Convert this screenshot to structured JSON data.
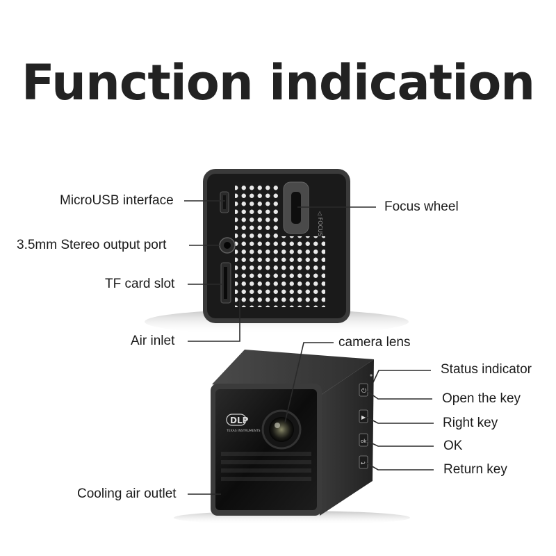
{
  "title": "Function indication",
  "labels": {
    "microusb": "MicroUSB interface",
    "audio": "3.5mm Stereo output port",
    "tf": "TF card slot",
    "air_inlet": "Air inlet",
    "focus": "Focus wheel",
    "camera_lens": "camera lens",
    "status": "Status indicator",
    "open_key": "Open the key",
    "right_key": "Right key",
    "ok": "OK",
    "return_key": "Return key",
    "cooling": "Cooling air outlet"
  },
  "device_marks": {
    "focus_text": "◁ FOCUS",
    "dlp_logo": "DLP",
    "dlp_sub": "TEXAS INSTRUMENTS"
  }
}
